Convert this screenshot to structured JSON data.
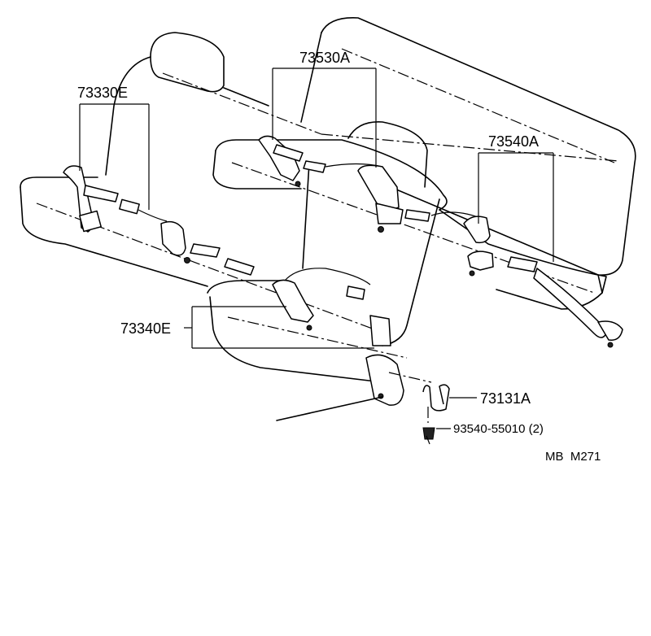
{
  "labels": {
    "part_73330E": "73330E",
    "part_73530A": "73530A",
    "part_73540A": "73540A",
    "part_73340E": "73340E",
    "part_73131A": "73131A",
    "part_93540": "93540-55010 (2)",
    "ref_code": "MB  M271"
  }
}
